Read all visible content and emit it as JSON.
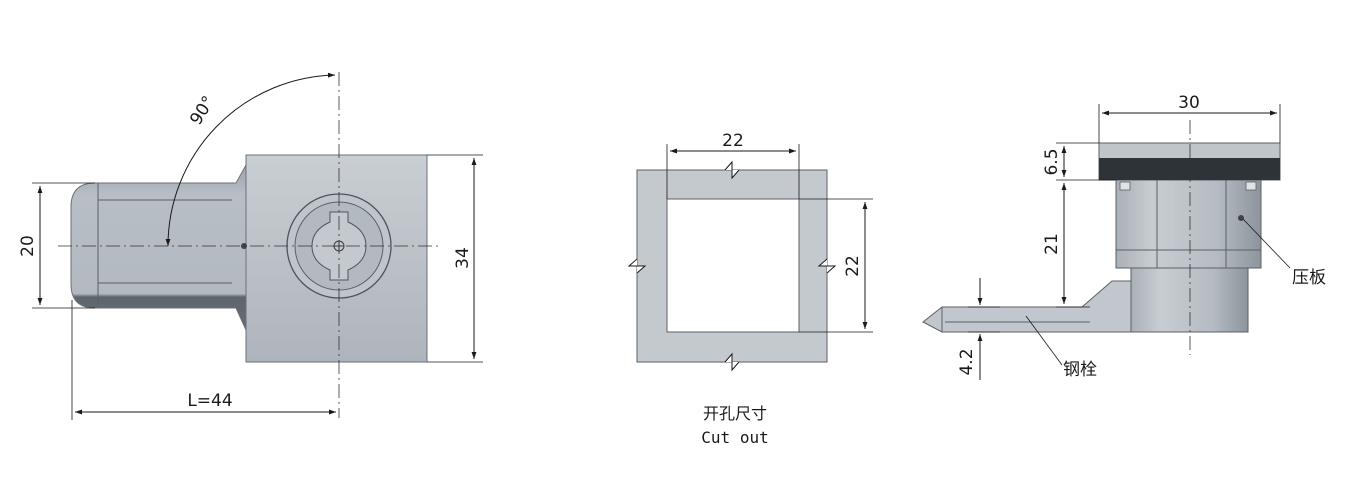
{
  "views": {
    "front": {
      "angle_label": "90°",
      "dim_height_left": "20",
      "dim_height_right": "34",
      "dim_length": "L=44"
    },
    "cutout": {
      "dim_width": "22",
      "dim_height": "22",
      "caption_cn": "开孔尺寸",
      "caption_en": "Cut out"
    },
    "side": {
      "dim_width": "30",
      "dim_thickness": "6.5",
      "dim_body": "21",
      "dim_bolt": "4.2",
      "label_plate": "压板",
      "label_bolt": "钢栓"
    }
  },
  "colors": {
    "body": "#b9bfc6",
    "body_dark": "#8e959d",
    "shadow": "#5c636b",
    "cutout_plate": "#c4c9ce",
    "flange": "#2e3338"
  }
}
